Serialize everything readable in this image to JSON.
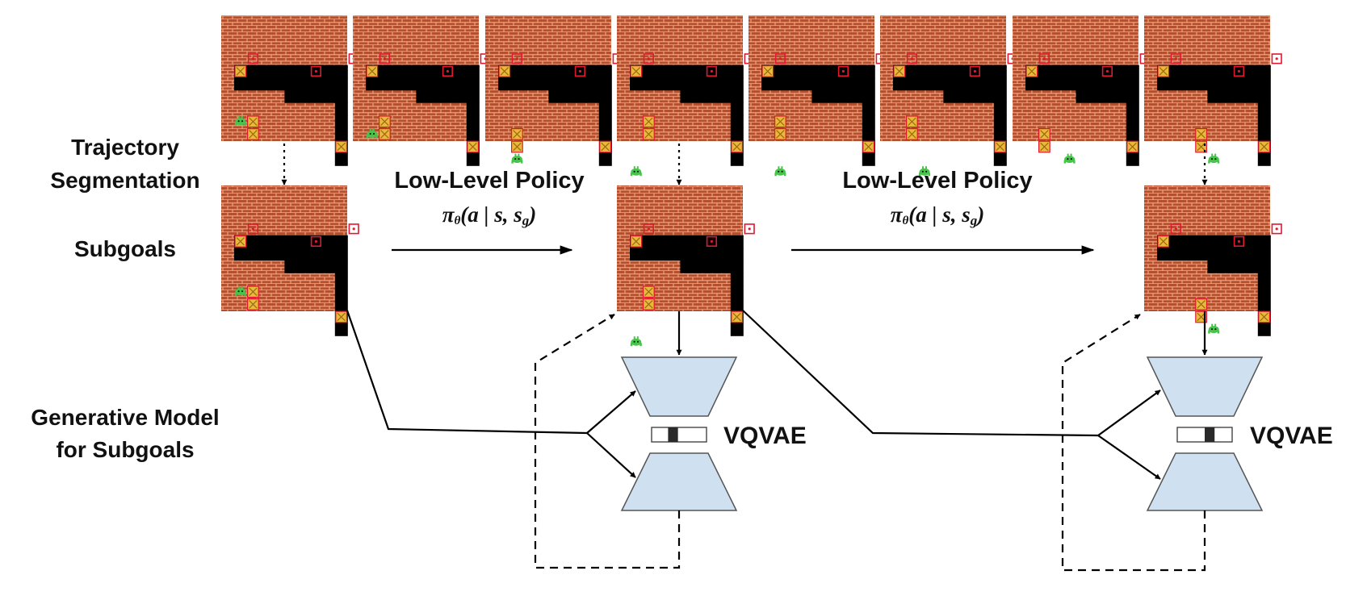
{
  "labels": {
    "trajectory_segmentation": [
      "Trajectory",
      "Segmentation"
    ],
    "subgoals": "Subgoals",
    "generative_model": [
      "Generative Model",
      "for Subgoals"
    ]
  },
  "policies": [
    {
      "title": "Low-Level Policy",
      "formula_pi": "π",
      "formula_theta": "θ",
      "formula_body": "(a | s, s",
      "formula_g": "g",
      "formula_close": ")"
    },
    {
      "title": "Low-Level Policy",
      "formula_pi": "π",
      "formula_theta": "θ",
      "formula_body": "(a | s, s",
      "formula_g": "g",
      "formula_close": ")"
    }
  ],
  "vqvae": [
    {
      "label": "VQVAE",
      "code_index": 1,
      "code_count": 4
    },
    {
      "label": "VQVAE",
      "code_index": 2,
      "code_count": 4
    }
  ],
  "trajectory": {
    "frame_count": 8,
    "agent_positions": [
      [
        0,
        5
      ],
      [
        0,
        6
      ],
      [
        1,
        8
      ],
      [
        0,
        9
      ],
      [
        1,
        9
      ],
      [
        2,
        9
      ],
      [
        3,
        8
      ],
      [
        4,
        8
      ]
    ],
    "box_positions": [
      [
        1,
        6
      ],
      [
        1,
        6
      ],
      [
        1,
        7
      ],
      [
        1,
        6
      ],
      [
        1,
        6
      ],
      [
        1,
        6
      ],
      [
        1,
        7
      ],
      [
        3,
        7
      ]
    ],
    "subgoal_frames": [
      0,
      3,
      7
    ]
  },
  "colors": {
    "brick": "#b5502f",
    "mortar": "#f0b48c",
    "floor": "#000000",
    "box": "#e9b93c",
    "box_edge": "#9c6a10",
    "target": "#e0192f",
    "agent": "#47c44a",
    "vqvae_fill": "#cfe0f1",
    "vqvae_stroke": "#555555"
  },
  "icons": {
    "agent": "alien-agent-icon",
    "box": "crate-icon",
    "target": "goal-target-icon"
  }
}
